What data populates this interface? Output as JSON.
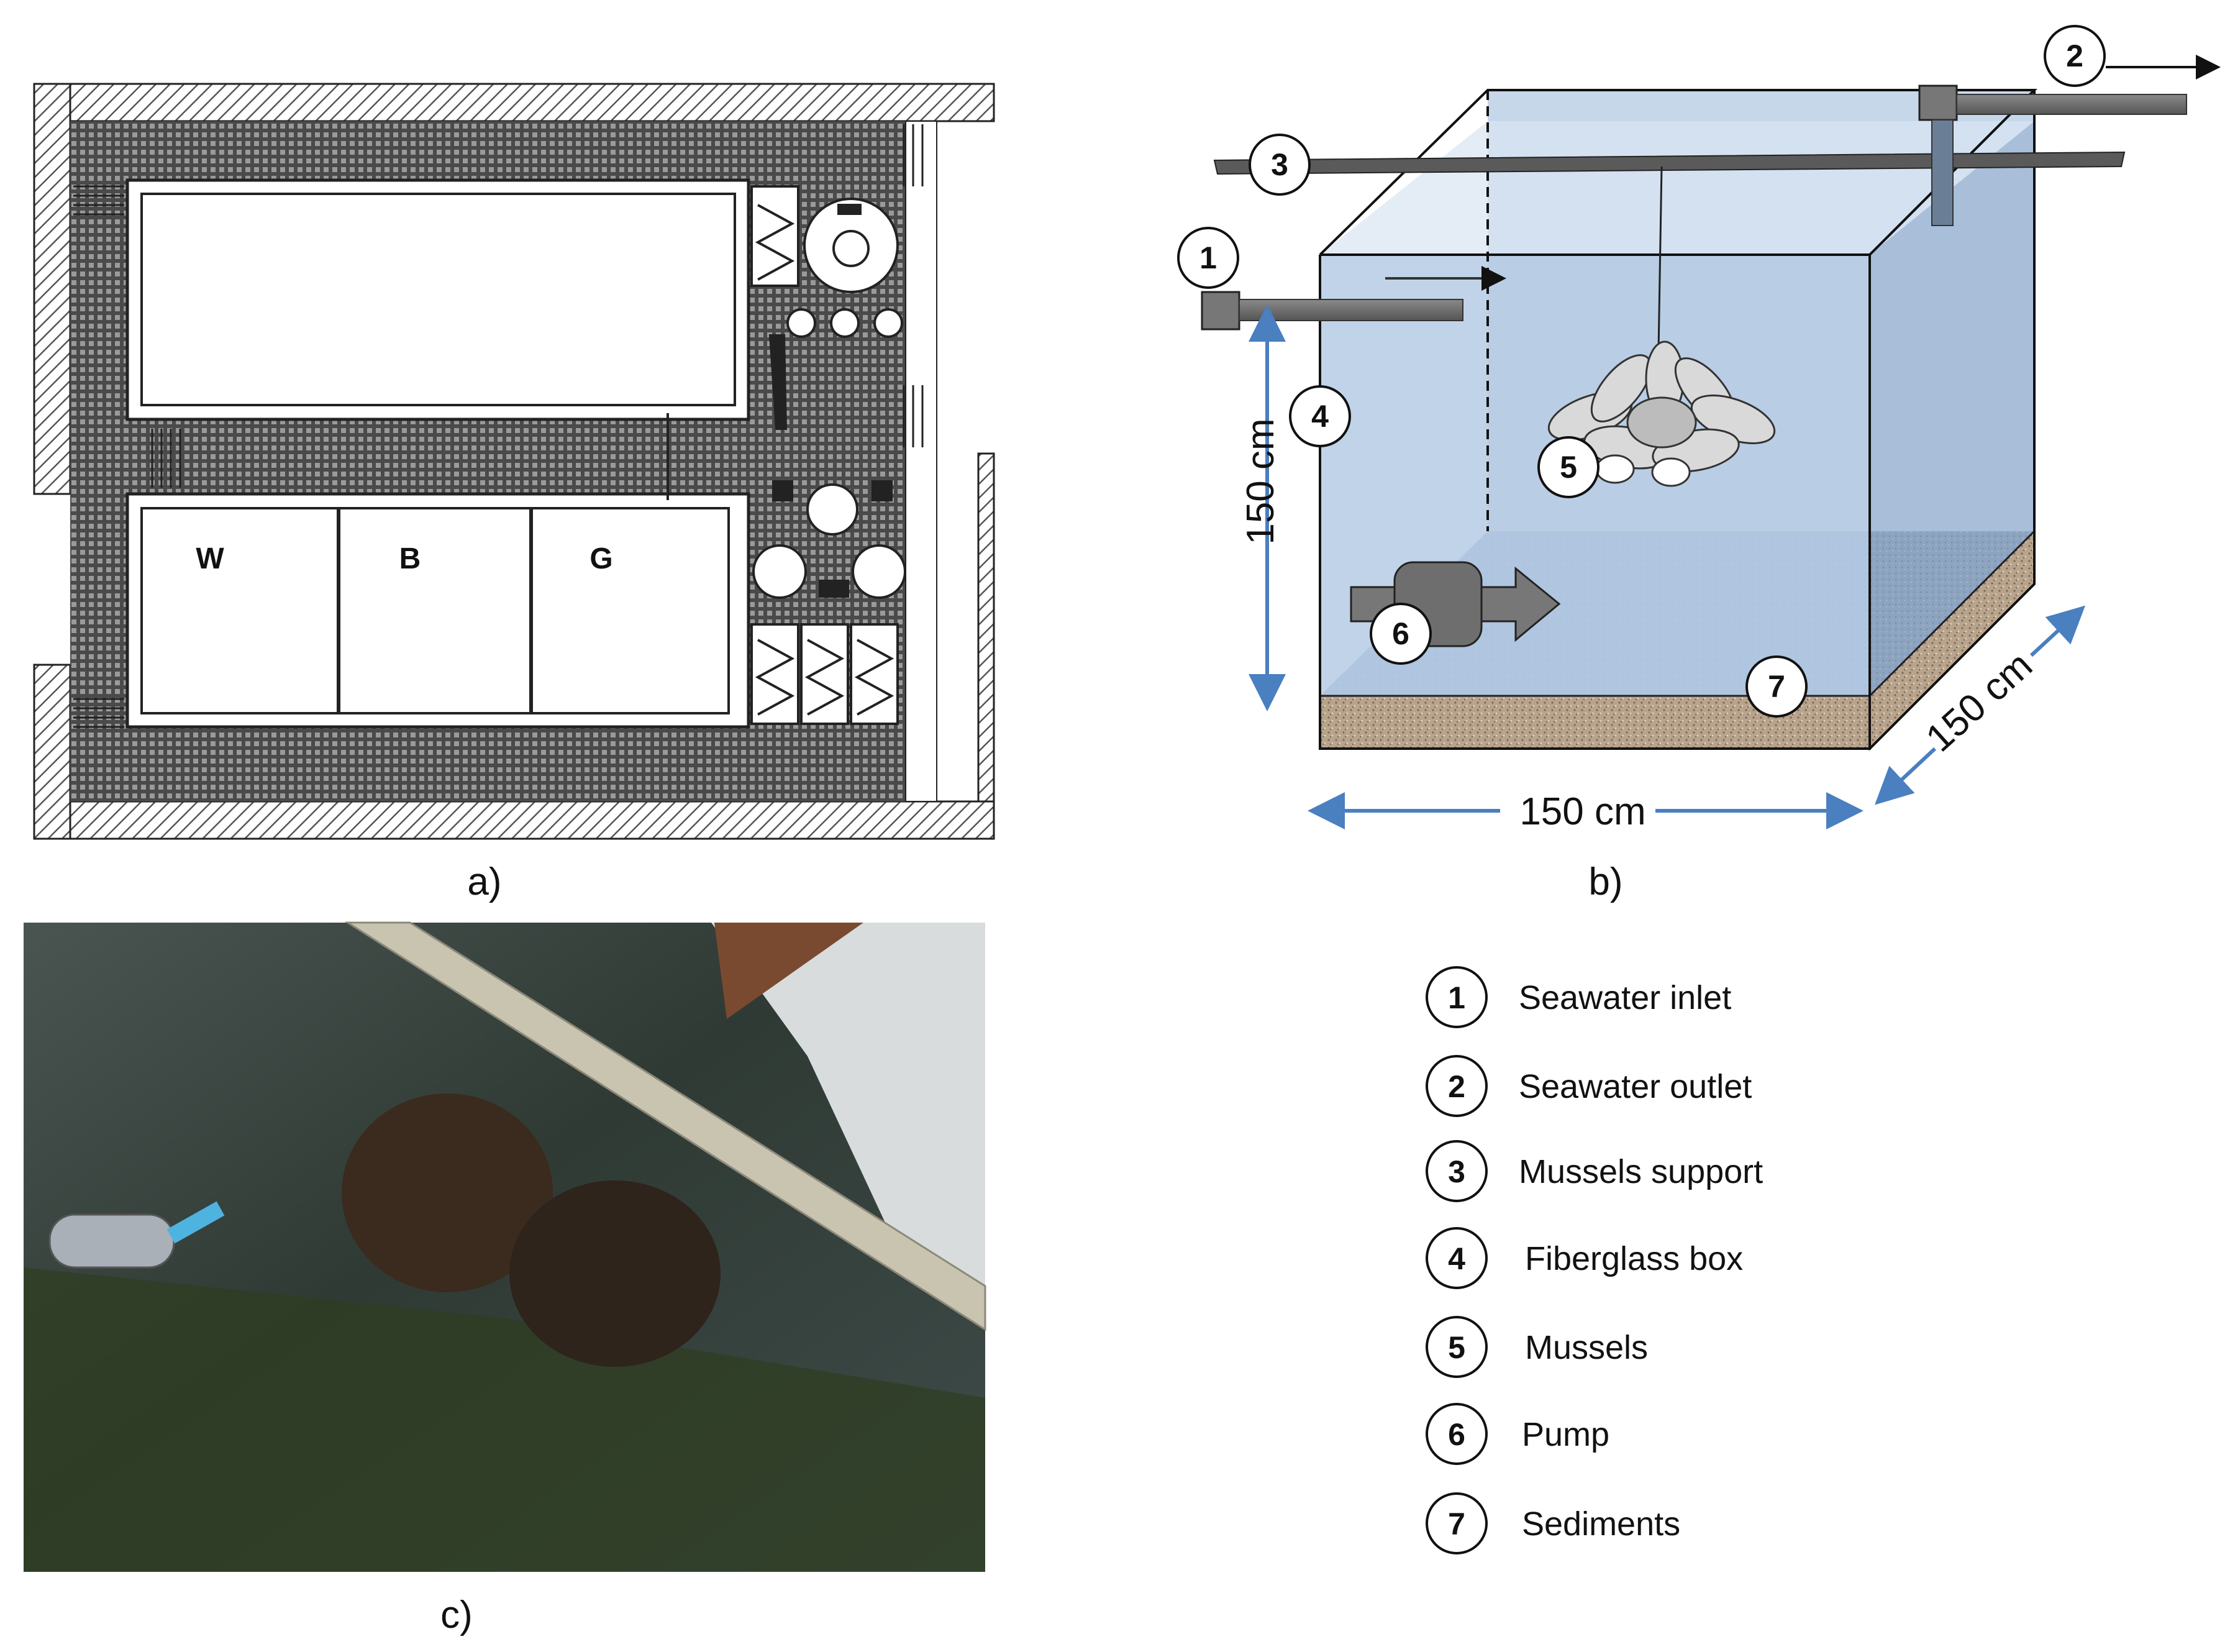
{
  "panel_a": {
    "caption": "a)",
    "tank_labels": [
      "W",
      "B",
      "G"
    ]
  },
  "panel_b": {
    "caption": "b)",
    "dimension_labels": {
      "height": "150 cm",
      "width": "150 cm",
      "depth": "150 cm"
    },
    "markers": [
      "1",
      "2",
      "3",
      "4",
      "5",
      "6",
      "7"
    ]
  },
  "panel_c": {
    "caption": "c)"
  },
  "legend": {
    "items": [
      {
        "number": "1",
        "label": "Seawater inlet"
      },
      {
        "number": "2",
        "label": "Seawater outlet"
      },
      {
        "number": "3",
        "label": "Mussels support"
      },
      {
        "number": "4",
        "label": "Fiberglass box"
      },
      {
        "number": "5",
        "label": "Mussels"
      },
      {
        "number": "6",
        "label": "Pump"
      },
      {
        "number": "7",
        "label": "Sediments"
      }
    ]
  },
  "colors": {
    "water": "#b8cde4",
    "water_deep": "#8ea9c9",
    "sediment": "#b8a48c",
    "arrow": "#4a7fc0",
    "pipe": "#6a6a6a",
    "floor_grid": "#3a3a3a"
  }
}
